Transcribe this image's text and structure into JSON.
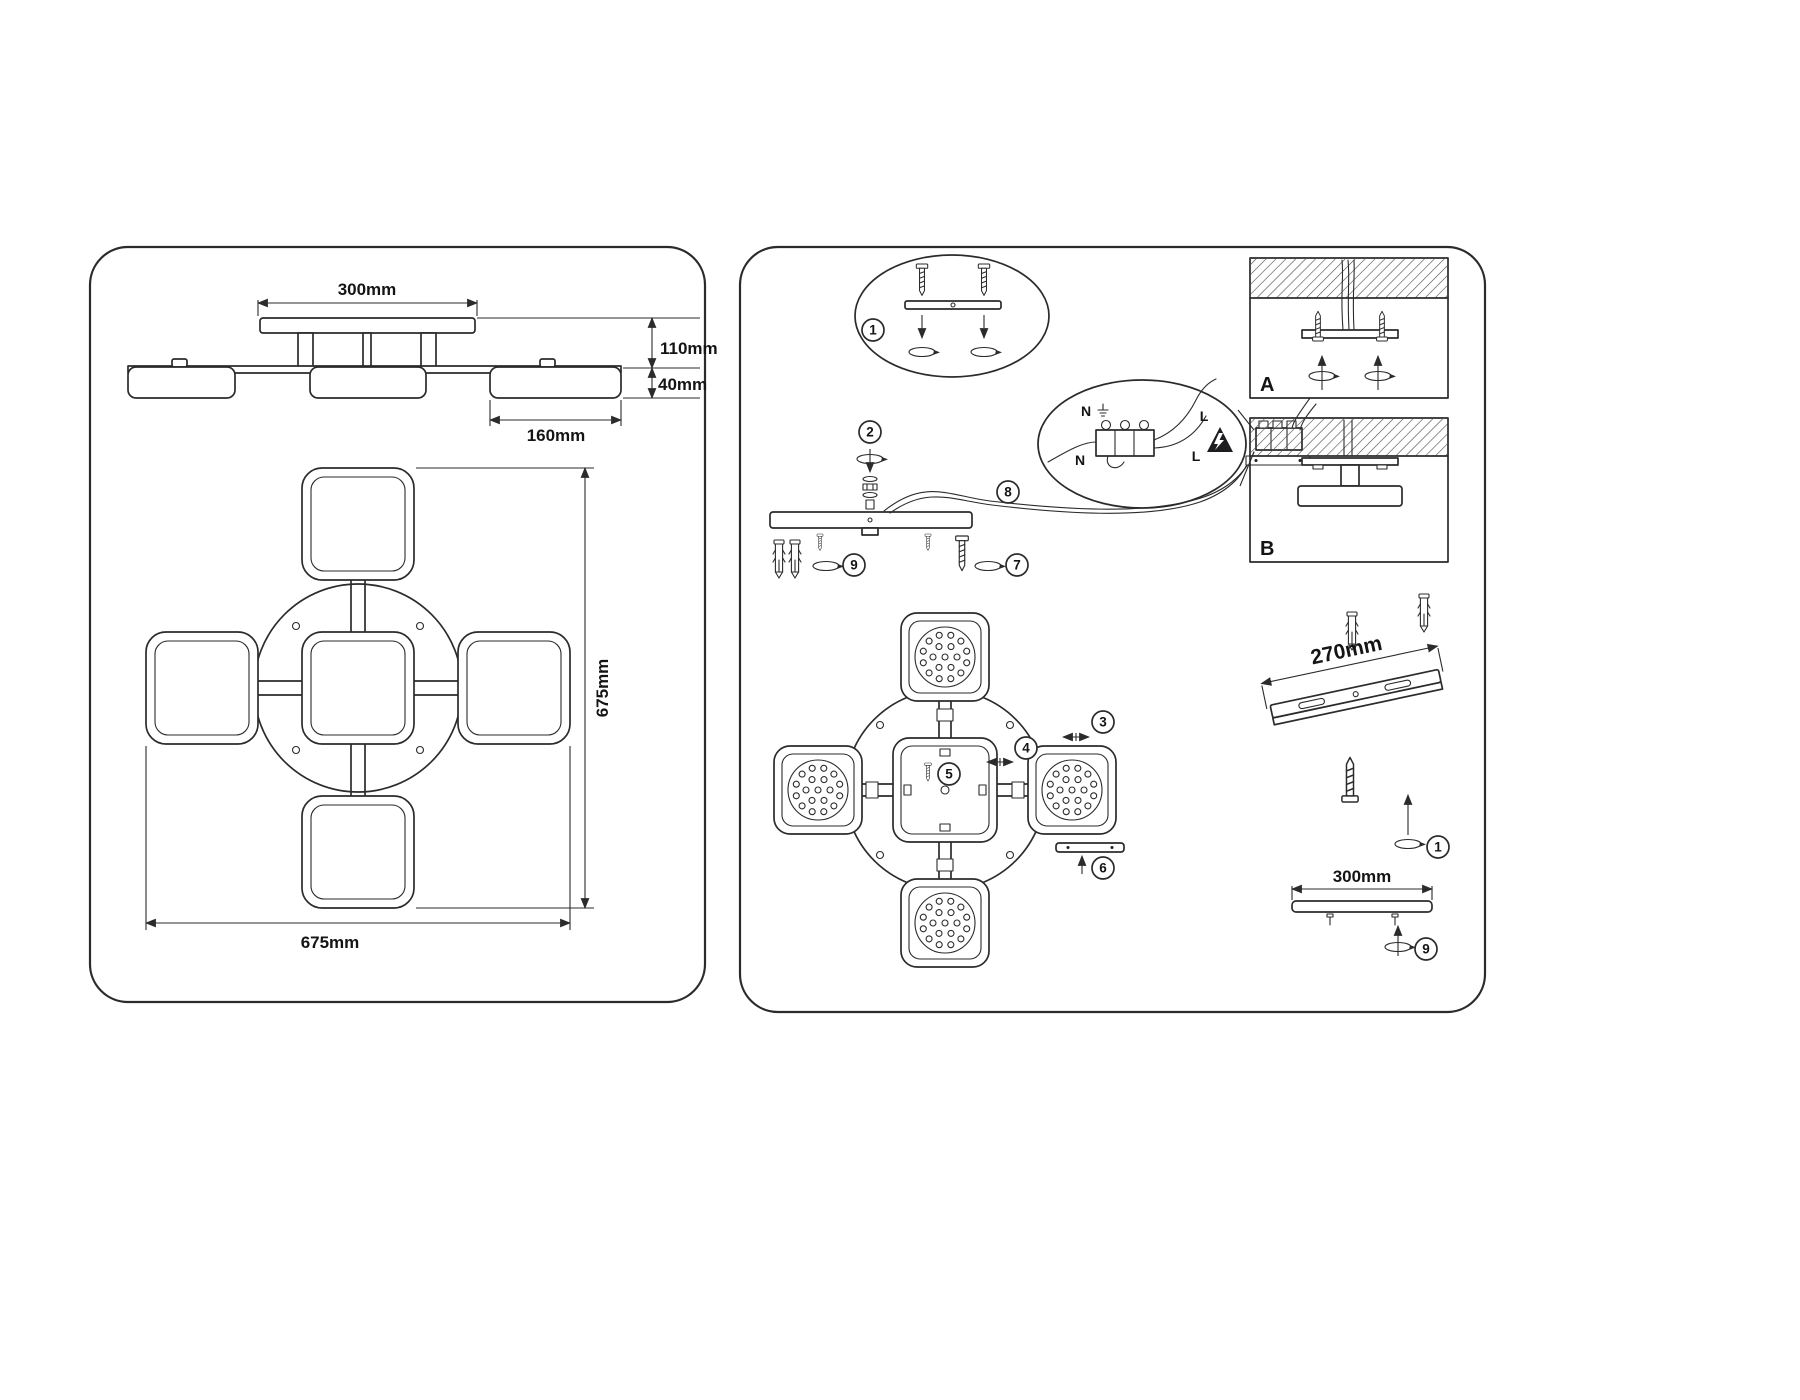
{
  "document": {
    "type": "ceiling-light-installation-diagram"
  },
  "colors": {
    "line": "#2b2b2b",
    "background": "#ffffff"
  },
  "left_panel": {
    "side_view": {
      "dim_canopy_width": "300mm",
      "dim_total_height": "110mm",
      "dim_shade_height": "40mm",
      "dim_shade_width": "160mm"
    },
    "top_view": {
      "dim_overall_height": "675mm",
      "dim_overall_width": "675mm"
    }
  },
  "right_panel": {
    "step_labels": {
      "1": "1",
      "2": "2",
      "3": "3",
      "4": "4",
      "5": "5",
      "6": "6",
      "7": "7",
      "8": "8",
      "9": "9"
    },
    "wiring": {
      "neutral_top": "N",
      "line_top": "L",
      "neutral_bottom": "N",
      "line_bottom": "L"
    },
    "mounting_views": {
      "a": "A",
      "b": "B"
    },
    "rail_detail": {
      "dim_length": "270mm"
    },
    "plate_detail": {
      "dim_length": "300mm"
    }
  }
}
